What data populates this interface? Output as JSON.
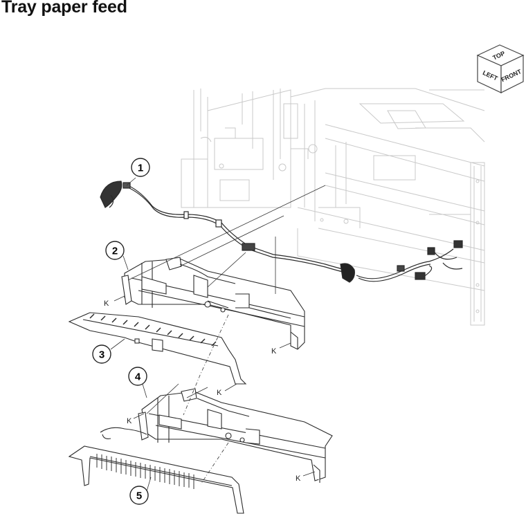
{
  "title": "Tray paper feed",
  "orientation_cube": {
    "top": "TOP",
    "left": "LEFT",
    "front": "FRONT"
  },
  "callouts": [
    "1",
    "2",
    "3",
    "4",
    "5"
  ],
  "k_label": "K"
}
